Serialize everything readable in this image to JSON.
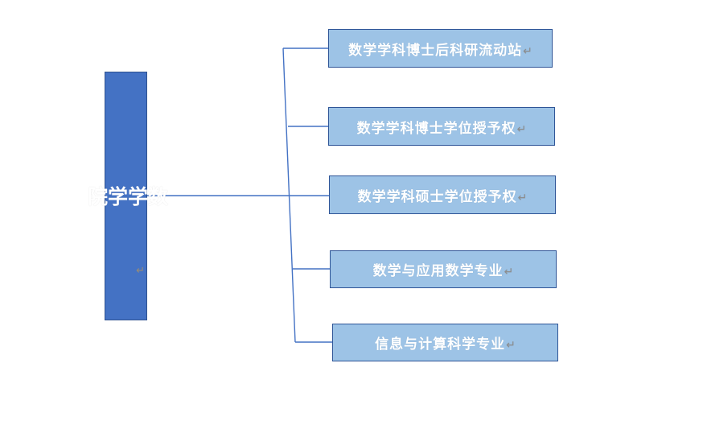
{
  "diagram": {
    "type": "org-chart",
    "title_node": {
      "label": "数学学院",
      "characters": [
        "数",
        "学",
        "学",
        "院"
      ],
      "return_mark": "↵",
      "fill_color": "#4472C4",
      "border_color": "#2F528F",
      "text_color": "#FFFFFF"
    },
    "children": [
      {
        "id": "postdoc-station",
        "label": "数学学科博士后科研流动站",
        "return_mark": "↵",
        "fill_color": "#9DC3E6",
        "border_color": "#2F5597",
        "text_color": "#FFFFFF"
      },
      {
        "id": "doctoral-degree-authority",
        "label": "数学学科博士学位授予权",
        "return_mark": "↵",
        "fill_color": "#9DC3E6",
        "border_color": "#2F5597",
        "text_color": "#FFFFFF"
      },
      {
        "id": "master-degree-authority",
        "label": "数学学科硕士学位授予权",
        "return_mark": "↵",
        "fill_color": "#9DC3E6",
        "border_color": "#2F5597",
        "text_color": "#FFFFFF"
      },
      {
        "id": "math-applied-math-major",
        "label": "数学与应用数学专业",
        "return_mark": "↵",
        "fill_color": "#9DC3E6",
        "border_color": "#2F5597",
        "text_color": "#FFFFFF"
      },
      {
        "id": "info-computing-science-major",
        "label": "信息与计算科学专业",
        "return_mark": "↵",
        "fill_color": "#9DC3E6",
        "border_color": "#2F5597",
        "text_color": "#FFFFFF"
      }
    ],
    "connector_color": "#4472C4",
    "background_color": "#FFFFFF"
  }
}
